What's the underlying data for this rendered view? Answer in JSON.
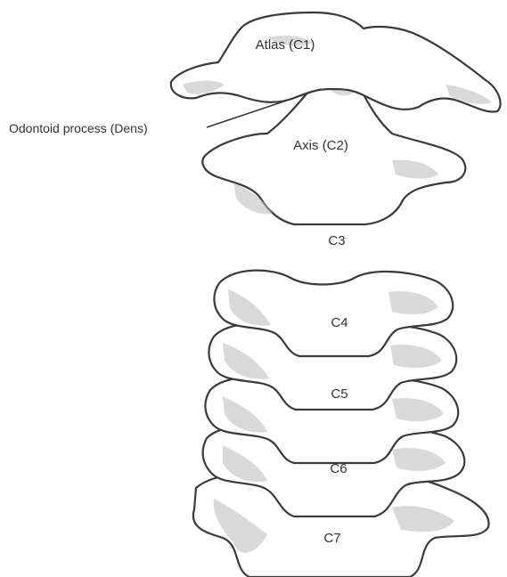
{
  "labels": {
    "atlas": "Atlas (C1)",
    "odontoid": "Odontoid process (Dens)",
    "axis": "Axis (C2)",
    "c3": "C3",
    "c4": "C4",
    "c5": "C5",
    "c6": "C6",
    "c7": "C7"
  },
  "colors": {
    "outline": "#3a3a3a",
    "shading": "#b9b9b9",
    "bone": "#ffffff"
  }
}
